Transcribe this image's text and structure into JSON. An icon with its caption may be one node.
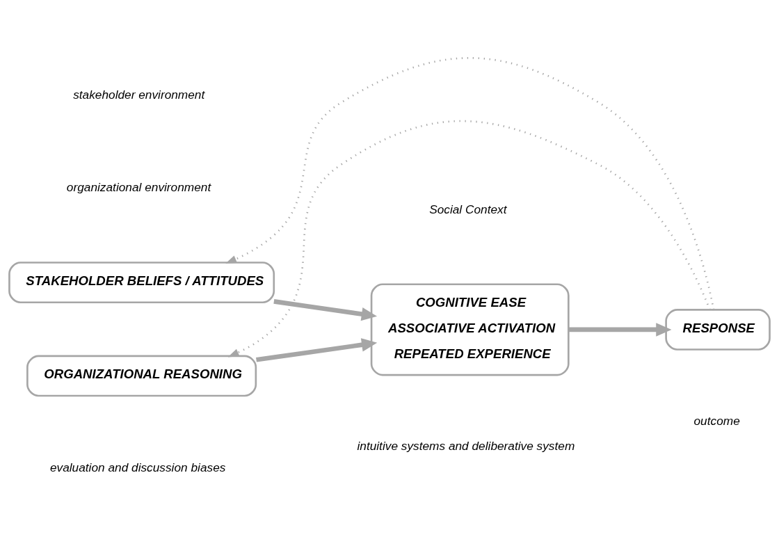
{
  "diagram": {
    "nodes": [
      {
        "text": [
          "STAKEHOLDER BELIEFS / ATTITUDES"
        ]
      },
      {
        "text": [
          "COGNITIVE EASE",
          "ASSOCIATIVE ACTIVATION",
          "REPEATED EXPERIENCE"
        ]
      },
      {
        "text": [
          "RESPONSE"
        ]
      },
      {
        "text": [
          "ORGANIZATIONAL REASONING"
        ]
      }
    ],
    "edges": [
      {
        "from": 0,
        "to": 1,
        "arrow": "to"
      },
      {
        "from": 3,
        "to": 1,
        "arrow": "to"
      },
      {
        "from": 1,
        "to": 2,
        "arrow": "to"
      },
      {
        "from": 2,
        "to": 0,
        "arrow": "to",
        "style": "dashed"
      },
      {
        "from": 2,
        "to": 3,
        "arrow": "to",
        "style": "dashed"
      }
    ],
    "labels": [
      "Social Context",
      "stakeholder environment",
      "organizational environment",
      "evaluation and discussion biases",
      "intuitive systems and deliberative system",
      "outcome"
    ]
  }
}
